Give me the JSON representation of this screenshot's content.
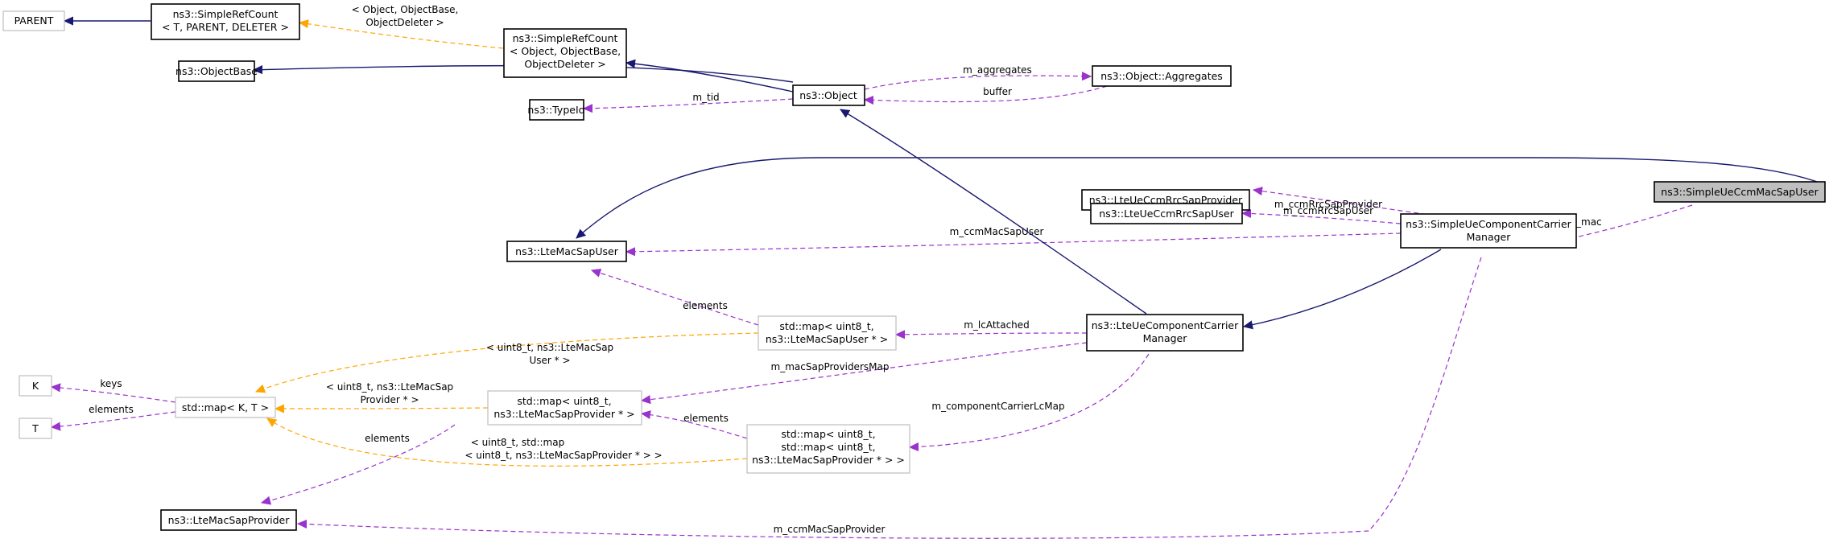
{
  "nodes": [
    {
      "id": "parent",
      "lines": [
        "PARENT"
      ],
      "style": "gray"
    },
    {
      "id": "src_tpl",
      "lines": [
        "ns3::SimpleRefCount",
        "< T, PARENT, DELETER >"
      ],
      "style": "solid"
    },
    {
      "id": "src_obj",
      "lines": [
        "ns3::SimpleRefCount",
        "< Object, ObjectBase,",
        "ObjectDeleter >"
      ],
      "style": "solid"
    },
    {
      "id": "objectbase",
      "lines": [
        "ns3::ObjectBase"
      ],
      "style": "solid"
    },
    {
      "id": "object",
      "lines": [
        "ns3::Object"
      ],
      "style": "solid"
    },
    {
      "id": "aggregates",
      "lines": [
        "ns3::Object::Aggregates"
      ],
      "style": "solid"
    },
    {
      "id": "typeid",
      "lines": [
        "ns3::TypeId"
      ],
      "style": "solid"
    },
    {
      "id": "simpleuemacsapuser",
      "lines": [
        "ns3::SimpleUeCcmMacSapUser"
      ],
      "style": "focus"
    },
    {
      "id": "rrcprovider",
      "lines": [
        "ns3::LteUeCcmRrcSapProvider"
      ],
      "style": "solid"
    },
    {
      "id": "rrcuser",
      "lines": [
        "ns3::LteUeCcmRrcSapUser"
      ],
      "style": "solid"
    },
    {
      "id": "simplecc",
      "lines": [
        "ns3::SimpleUeComponentCarrier",
        "Manager"
      ],
      "style": "solid"
    },
    {
      "id": "ltemacsapuser",
      "lines": [
        "ns3::LteMacSapUser"
      ],
      "style": "solid"
    },
    {
      "id": "map_user",
      "lines": [
        "std::map< uint8_t,",
        "ns3::LteMacSapUser * >"
      ],
      "style": "gray"
    },
    {
      "id": "ltecc",
      "lines": [
        "ns3::LteUeComponentCarrier",
        "Manager"
      ],
      "style": "solid"
    },
    {
      "id": "k",
      "lines": [
        "K"
      ],
      "style": "gray"
    },
    {
      "id": "stdmap",
      "lines": [
        "std::map< K, T >"
      ],
      "style": "gray"
    },
    {
      "id": "t",
      "lines": [
        "T"
      ],
      "style": "gray"
    },
    {
      "id": "map_provider",
      "lines": [
        "std::map< uint8_t,",
        "ns3::LteMacSapProvider * >"
      ],
      "style": "gray"
    },
    {
      "id": "map_nested",
      "lines": [
        "std::map< uint8_t,",
        "std::map< uint8_t,",
        "ns3::LteMacSapProvider * > >"
      ],
      "style": "gray"
    },
    {
      "id": "ltemacsapprovider",
      "lines": [
        "ns3::LteMacSapProvider"
      ],
      "style": "solid"
    }
  ],
  "edges": [
    {
      "id": "e_parent",
      "kind": "inherit",
      "label": []
    },
    {
      "id": "e_srcinst",
      "kind": "template",
      "label": [
        "< Object, ObjectBase,",
        "ObjectDeleter >"
      ]
    },
    {
      "id": "e_objectbase",
      "kind": "inherit",
      "label": []
    },
    {
      "id": "e_object_src",
      "kind": "inherit",
      "label": []
    },
    {
      "id": "e_aggregates",
      "kind": "usage",
      "label": [
        "m_aggregates"
      ]
    },
    {
      "id": "e_buffer",
      "kind": "usage",
      "label": [
        "buffer"
      ]
    },
    {
      "id": "e_tid",
      "kind": "usage",
      "label": [
        "m_tid"
      ]
    },
    {
      "id": "e_macsapuser_inherit",
      "kind": "inherit",
      "label": []
    },
    {
      "id": "e_mmac",
      "kind": "usage",
      "label": [
        "m_mac"
      ]
    },
    {
      "id": "e_rrcprov",
      "kind": "usage",
      "label": [
        "m_ccmRrcSapProvider"
      ]
    },
    {
      "id": "e_rrcuser",
      "kind": "usage",
      "label": [
        "m_ccmRrcSapUser"
      ]
    },
    {
      "id": "e_ccmmacsapuser",
      "kind": "usage",
      "label": [
        "m_ccmMacSapUser"
      ]
    },
    {
      "id": "e_simplecc_inherit",
      "kind": "inherit",
      "label": []
    },
    {
      "id": "e_ltecc_object",
      "kind": "inherit",
      "label": []
    },
    {
      "id": "e_lcattached",
      "kind": "usage",
      "label": [
        "m_lcAttached"
      ]
    },
    {
      "id": "e_mapuser_elements",
      "kind": "usage",
      "label": [
        "elements"
      ]
    },
    {
      "id": "e_mapuser_tpl",
      "kind": "template",
      "label": [
        "< uint8_t, ns3::LteMacSap",
        "User * >"
      ]
    },
    {
      "id": "e_keys",
      "kind": "usage",
      "label": [
        "keys"
      ]
    },
    {
      "id": "e_t_elements",
      "kind": "usage",
      "label": [
        "elements"
      ]
    },
    {
      "id": "e_mapprov_tpl",
      "kind": "template",
      "label": [
        "< uint8_t, ns3::LteMacSap",
        "Provider * >"
      ]
    },
    {
      "id": "e_macsapprovmap",
      "kind": "usage",
      "label": [
        "m_macSapProvidersMap"
      ]
    },
    {
      "id": "e_mapprov_elements",
      "kind": "usage",
      "label": [
        "elements"
      ]
    },
    {
      "id": "e_cclcmap",
      "kind": "usage",
      "label": [
        "m_componentCarrierLcMap"
      ]
    },
    {
      "id": "e_nested_tpl",
      "kind": "template",
      "label": [
        "< uint8_t, std::map",
        "< uint8_t, ns3::LteMacSapProvider * > >"
      ]
    },
    {
      "id": "e_provider_elements",
      "kind": "usage",
      "label": [
        "elements"
      ]
    },
    {
      "id": "e_ccmmacsapprov",
      "kind": "usage",
      "label": [
        "m_ccmMacSapProvider"
      ]
    }
  ],
  "colors": {
    "inherit": "#191970",
    "usage": "#9a32cd",
    "template": "#ffa500",
    "focus_fill": "#bfbfbf",
    "gray_border": "#bfbfbf"
  }
}
